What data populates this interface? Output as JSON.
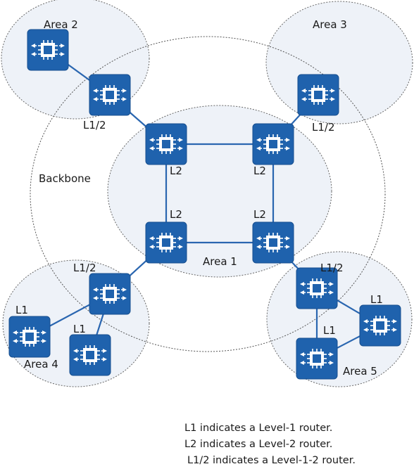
{
  "areas": {
    "area2": "Area 2",
    "area3": "Area 3",
    "area1": "Area 1",
    "area4": "Area 4",
    "area5": "Area 5",
    "backbone": "Backbone"
  },
  "router_labels": {
    "a2_border": "L1/2",
    "a3_border": "L1/2",
    "core_tl_bottom": "L2",
    "core_tr_bottom": "L2",
    "core_bl_top": "L2",
    "core_br_top": "L2",
    "a4_border": "L1/2",
    "a4_left": "L1",
    "a4_mid": "L1",
    "a5_border": "L1/2",
    "a5_right": "L1",
    "a5_bottom": "L1"
  },
  "legend": [
    "L1 indicates a Level-1 router.",
    "L2 indicates a Level-2 router.",
    "L1/2 indicates a Level-1-2 router."
  ],
  "colors": {
    "router_fill": "#1f62ad",
    "router_stroke": "#174f8f",
    "link": "#2a66b0",
    "area_fill": "#eef2f8",
    "boundary": "#666666"
  },
  "icons": {
    "router": "router-icon"
  }
}
